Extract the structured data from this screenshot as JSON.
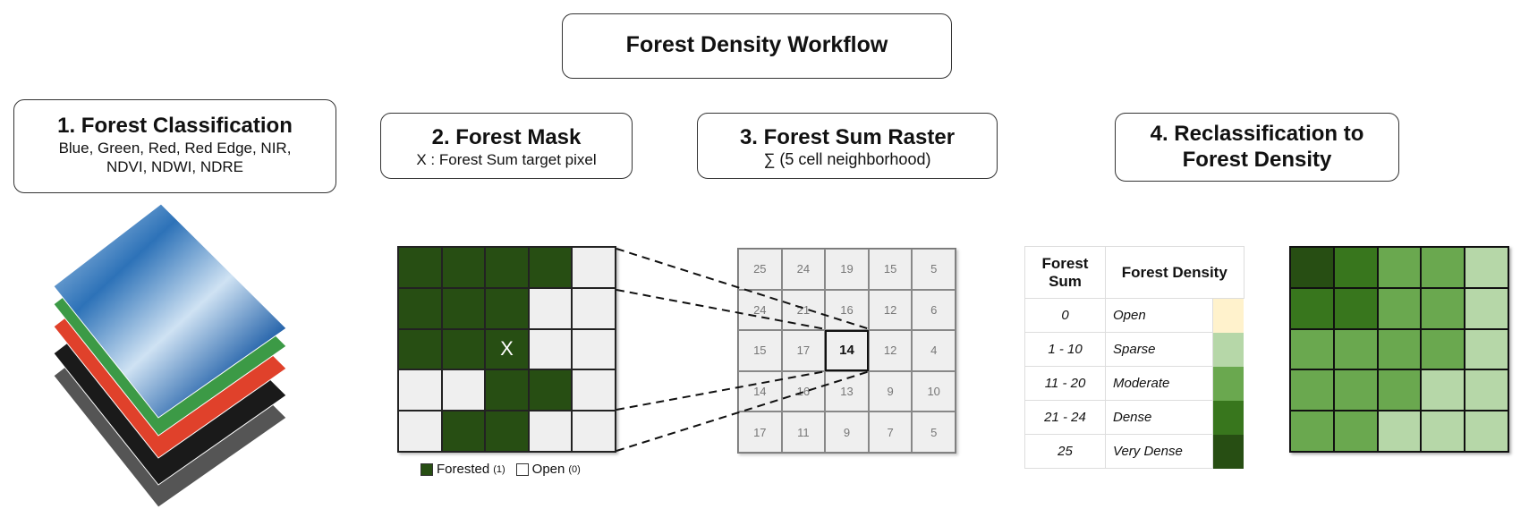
{
  "title": "Forest Density Workflow",
  "steps": [
    {
      "title": "1.   Forest Classification",
      "subtitle": "Blue, Green, Red, Red Edge, NIR,",
      "subtitle2": "NDVI, NDWI, NDRE"
    },
    {
      "title": "2.   Forest Mask",
      "subtitle": "X : Forest Sum target pixel"
    },
    {
      "title": "3.   Forest Sum Raster",
      "subtitle": "∑ (5 cell neighborhood)"
    },
    {
      "title": "4.   Reclassification to",
      "subtitle": "Forest Density"
    }
  ],
  "layers": [
    "#2d72b8",
    "#3c9a46",
    "#e0412b",
    "#1a1a1a",
    "#555555"
  ],
  "mask": {
    "target_label": "X",
    "target": [
      2,
      2
    ],
    "grid": [
      [
        1,
        1,
        1,
        1,
        0
      ],
      [
        1,
        1,
        1,
        0,
        0
      ],
      [
        1,
        1,
        1,
        0,
        0
      ],
      [
        0,
        0,
        1,
        1,
        0
      ],
      [
        0,
        1,
        1,
        0,
        0
      ]
    ],
    "colors": {
      "forested": "#274e13",
      "open": "#efefef"
    },
    "legend": {
      "forested": "Forested",
      "forested_val": "(1)",
      "open": "Open",
      "open_val": "(0)"
    }
  },
  "sum": {
    "grid": [
      [
        25,
        24,
        19,
        15,
        5
      ],
      [
        24,
        21,
        16,
        12,
        6
      ],
      [
        15,
        17,
        14,
        12,
        4
      ],
      [
        14,
        16,
        13,
        9,
        10
      ],
      [
        17,
        11,
        9,
        7,
        5
      ]
    ],
    "target": [
      2,
      2
    ]
  },
  "legend": {
    "headers": [
      "Forest Sum",
      "Forest Density"
    ],
    "rows": [
      {
        "sum": "0",
        "density": "Open",
        "color": "#fff2cc"
      },
      {
        "sum": "1 - 10",
        "density": "Sparse",
        "color": "#b6d7a8"
      },
      {
        "sum": "11 - 20",
        "density": "Moderate",
        "color": "#6aa84f"
      },
      {
        "sum": "21 - 24",
        "density": "Dense",
        "color": "#38761d"
      },
      {
        "sum": "25",
        "density": "Very Dense",
        "color": "#274e13"
      }
    ]
  },
  "final": [
    [
      4,
      3,
      2,
      2,
      1
    ],
    [
      3,
      3,
      2,
      2,
      1
    ],
    [
      2,
      2,
      2,
      2,
      1
    ],
    [
      2,
      2,
      2,
      1,
      1
    ],
    [
      2,
      2,
      1,
      1,
      1
    ]
  ]
}
